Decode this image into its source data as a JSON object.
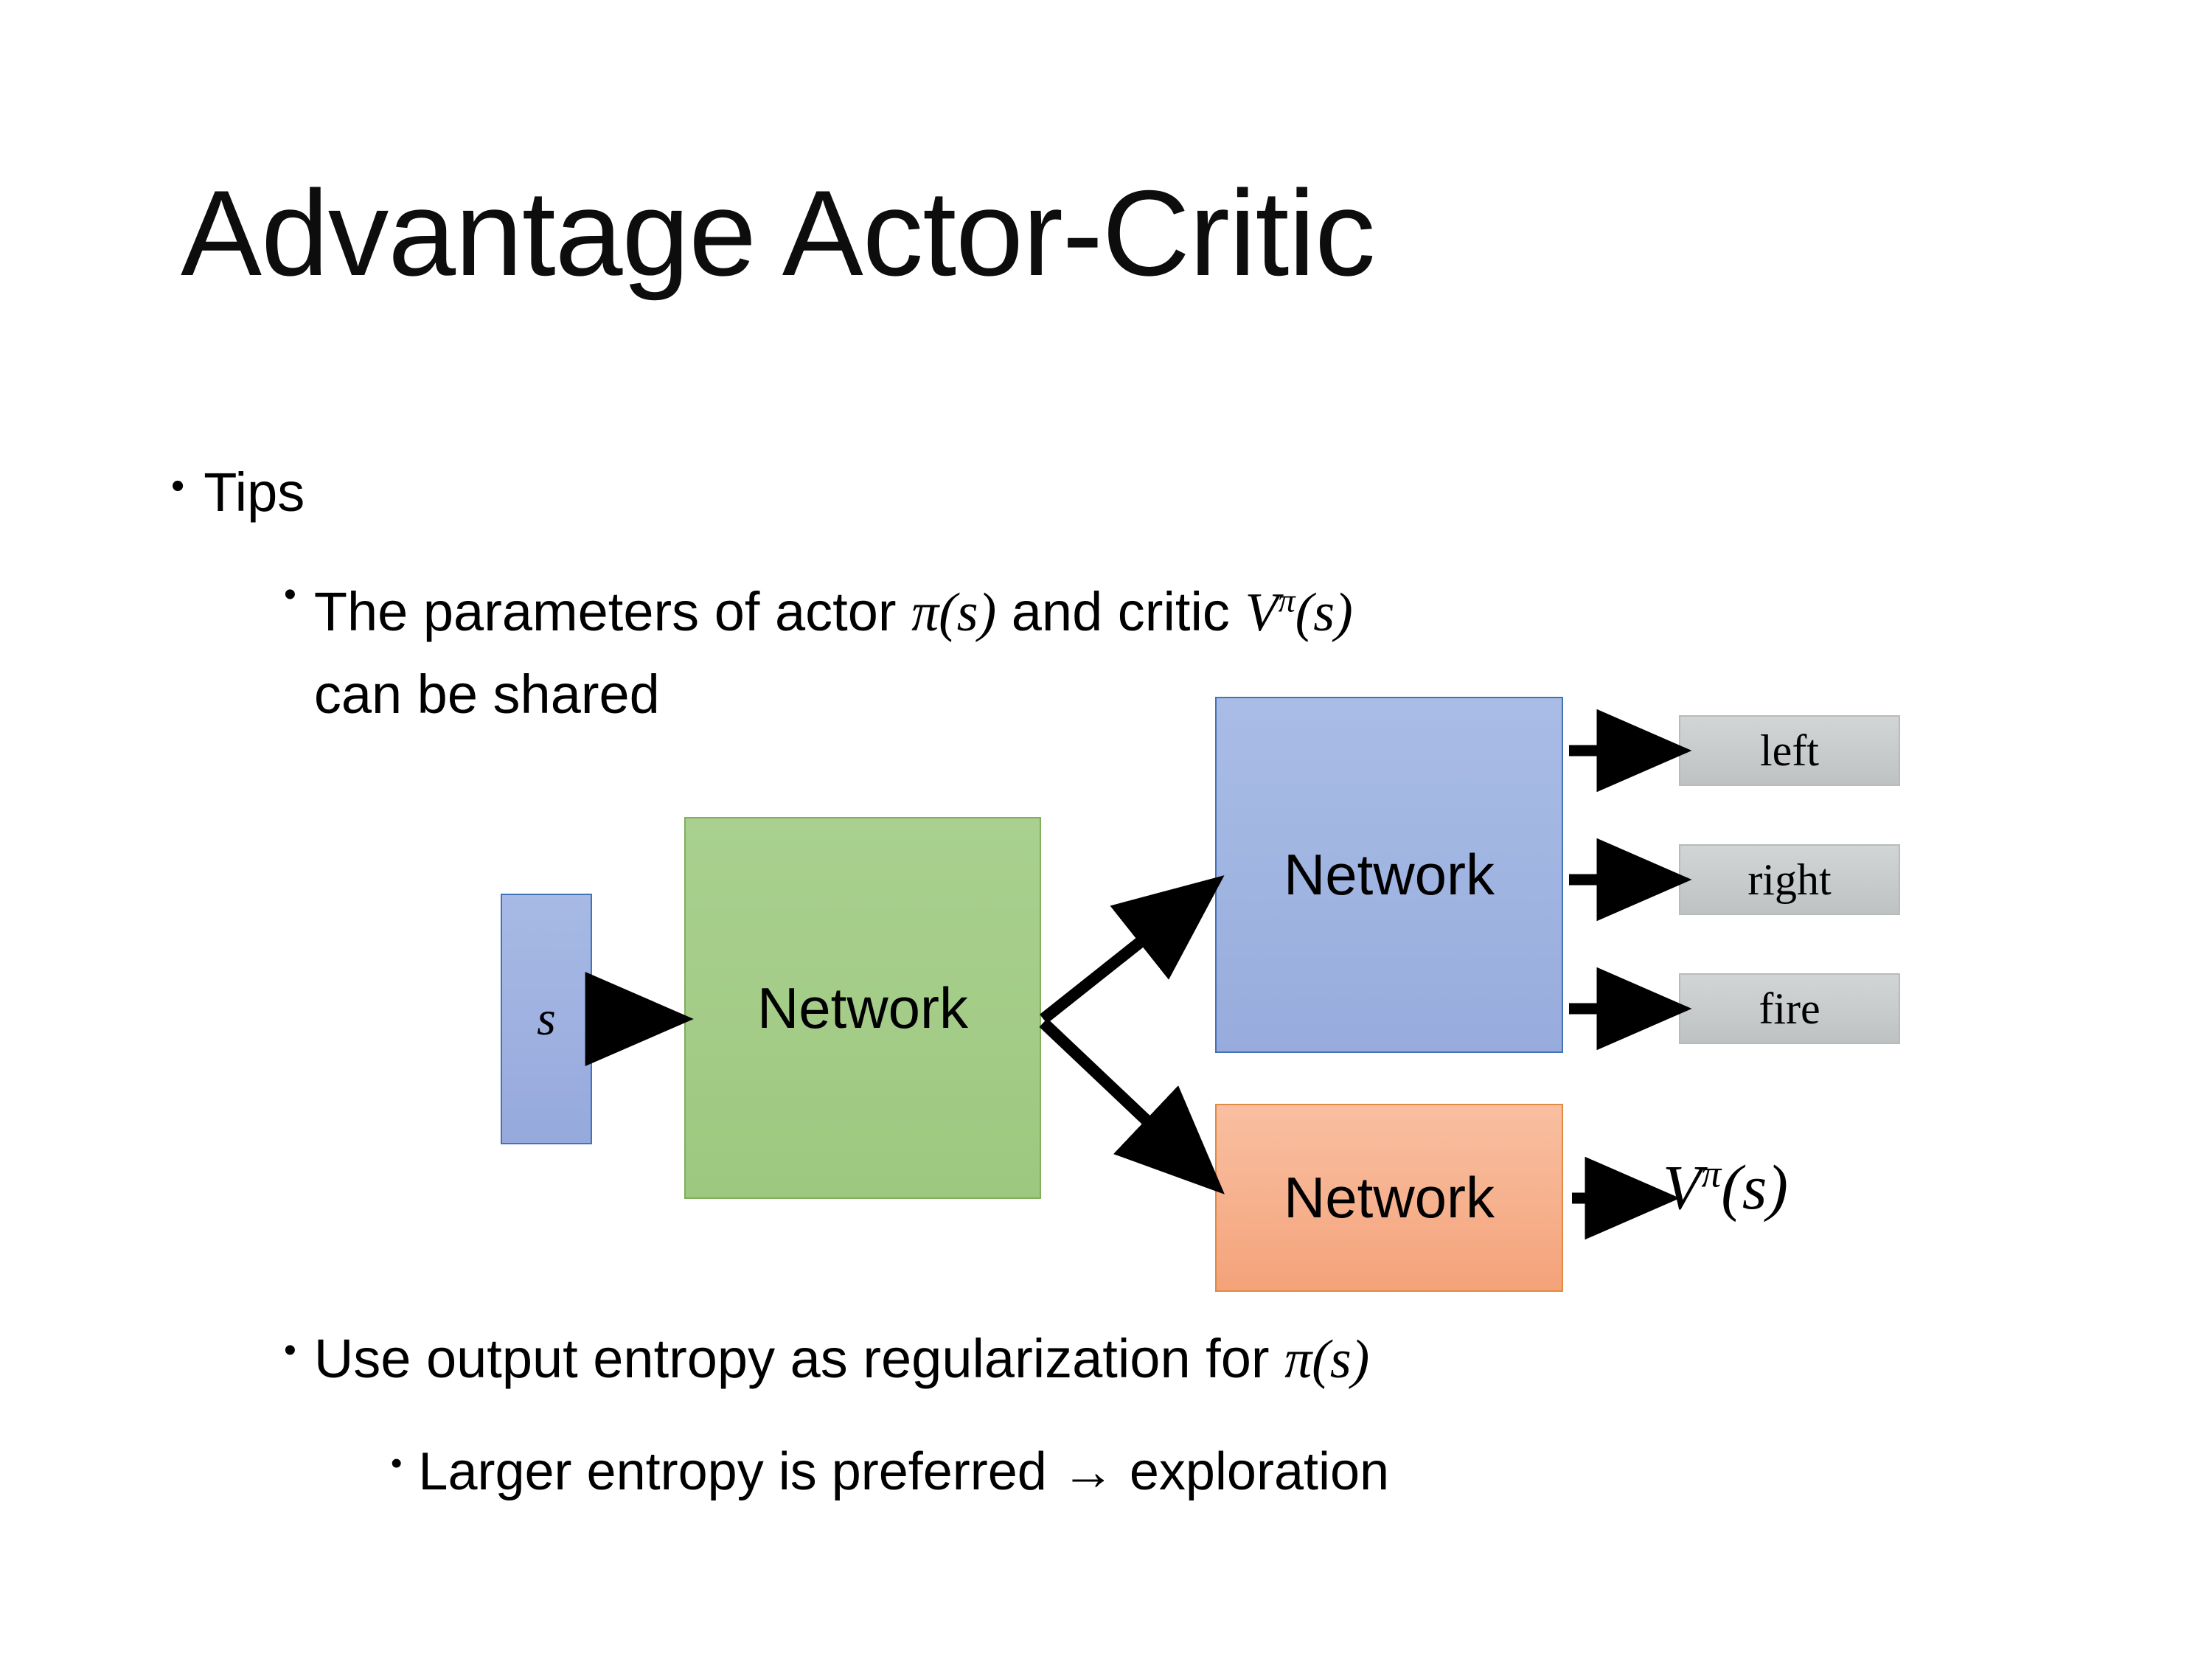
{
  "slide": {
    "title": "Advantage Actor-Critic"
  },
  "bullets": {
    "tips": {
      "marker": "•",
      "text": "Tips"
    },
    "shared_params": {
      "marker": "•",
      "prefix": "The parameters of actor ",
      "actor_symbol": "π(s)",
      "middle": " and critic ",
      "critic_base": "V",
      "critic_sup": "π",
      "critic_arg": "(s)",
      "continuation": "can be shared",
      "full_text": "The parameters of actor π(s)  and critic Vπ(s) can be shared"
    },
    "entropy_reg": {
      "marker": "•",
      "prefix": "Use output entropy as regularization for ",
      "symbol": "π(s)",
      "full_text": "Use output entropy as regularization for π(s)"
    },
    "exploration": {
      "marker": "•",
      "text": "Larger entropy is preferred → exploration"
    }
  },
  "diagram": {
    "input": {
      "label": "s"
    },
    "shared_network": {
      "label": "Network"
    },
    "actor_network": {
      "label": "Network"
    },
    "critic_network": {
      "label": "Network"
    },
    "actions": [
      {
        "label": "left"
      },
      {
        "label": "right"
      },
      {
        "label": "fire"
      }
    ],
    "value_output": {
      "base": "V",
      "superscript": "π",
      "argument": "(s)"
    }
  },
  "colors": {
    "background": "#ffffff",
    "text": "#000000",
    "input_box_fill": "#9DB0E0",
    "input_box_border": "#4472B6",
    "shared_box_fill": "#A3CC87",
    "shared_box_border": "#7FAE5C",
    "actor_box_fill": "#9FB3E1",
    "actor_box_border": "#4472B6",
    "critic_box_fill": "#F6AF8B",
    "critic_box_border": "#E08A43",
    "action_box_fill": "#C8CBCC",
    "action_box_border": "#B7BBBC",
    "arrow": "#000000"
  }
}
